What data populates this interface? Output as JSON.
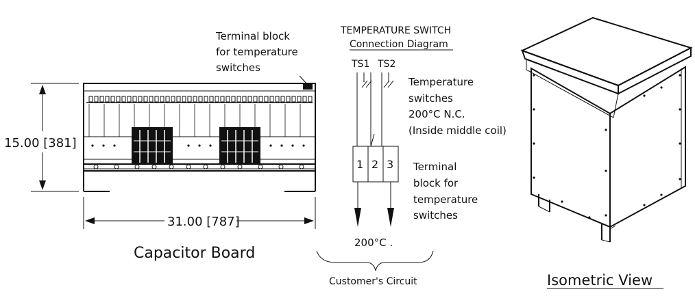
{
  "capacitor": {
    "title": "Capacitor Board",
    "terminal_note": [
      "Terminal block",
      "for temperature",
      "switches"
    ],
    "height_dim": "15.00 [381]",
    "width_dim": "31.00 [787]"
  },
  "switch_diagram": {
    "title": "TEMPERATURE SWITCH",
    "subtitle": "Connection Diagram",
    "ts1": "TS1",
    "ts2": "TS2",
    "switch_note": [
      "Temperature",
      "switches",
      "200°C  N.C.",
      "(Inside middle coil)"
    ],
    "terminals": [
      "1",
      "2",
      "3"
    ],
    "terminal_note": [
      "Terminal",
      "block for",
      "temperature",
      "switches"
    ],
    "temp_label": "200°C .",
    "customer_label": "Customer's Circuit"
  },
  "isometric": {
    "title": "Isometric View"
  }
}
